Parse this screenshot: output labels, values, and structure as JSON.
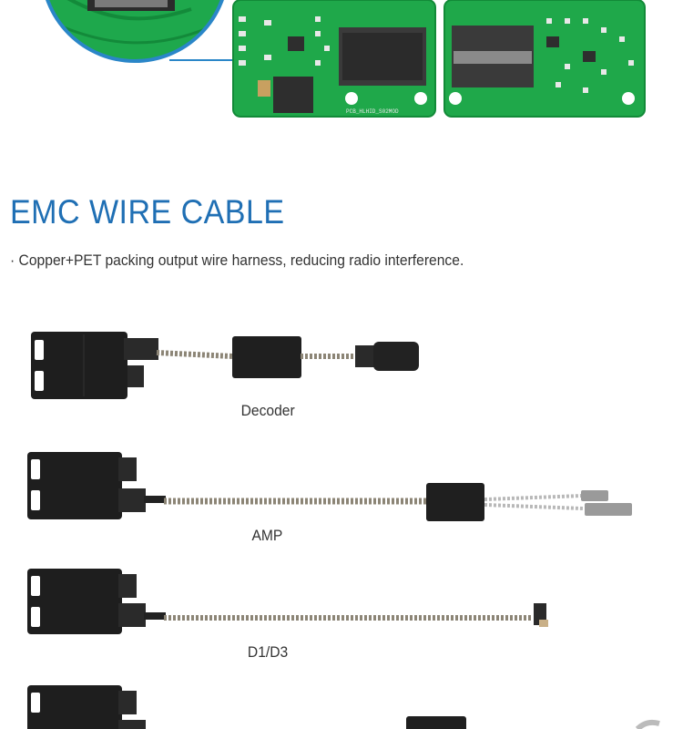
{
  "section": {
    "title": "EMC WIRE CABLE",
    "description": "· Copper+PET packing output wire harness, reducing radio interference."
  },
  "pcb": {
    "labels": [
      "PCB_HLHID_S02MOD"
    ]
  },
  "cables": [
    {
      "caption": "Decoder"
    },
    {
      "caption": "AMP"
    },
    {
      "caption": "D1/D3"
    }
  ],
  "colors": {
    "accent": "#1f6fb4",
    "pcb_green": "#1fa84a",
    "text": "#333333"
  }
}
